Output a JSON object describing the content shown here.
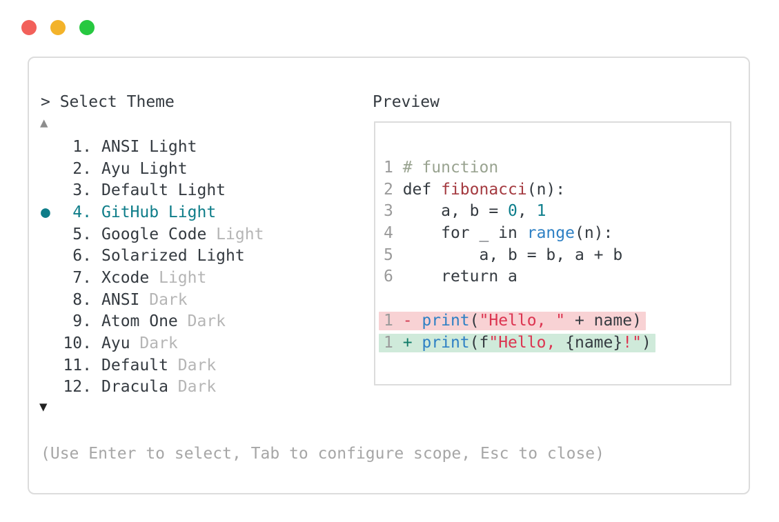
{
  "palette": {
    "text": "#343a40",
    "ln": "#9a9a9a",
    "dim": "#b5b5b5",
    "comment": "#99a390",
    "defname": "#a43a40",
    "number": "#0d7e8c",
    "builtin": "#2e80c4",
    "string": "#dc3450",
    "removed": "#d23a50",
    "added": "#0d7a66",
    "selected": "#0e7d89",
    "bg_removed": "#f8d2d4",
    "bg_added": "#cfeada",
    "border": "#dcdcdc",
    "arrow_up": "#8d8d8d",
    "arrow_down": "#222222",
    "help": "#a6a6a6"
  },
  "window_controls": [
    {
      "name": "close",
      "color": "#f2605a"
    },
    {
      "name": "minimize",
      "color": "#f3b32a"
    },
    {
      "name": "zoom",
      "color": "#27c840"
    }
  ],
  "picker": {
    "prompt": "> Select Theme",
    "scroll_up_icon": "▲",
    "scroll_down_icon": "▼",
    "bullet_icon": "●",
    "items": [
      {
        "number": "1.",
        "name": "ANSI Light",
        "dim": "",
        "selected": false
      },
      {
        "number": "2.",
        "name": "Ayu Light",
        "dim": "",
        "selected": false
      },
      {
        "number": "3.",
        "name": "Default Light",
        "dim": "",
        "selected": false
      },
      {
        "number": "4.",
        "name": "GitHub Light",
        "dim": "",
        "selected": true
      },
      {
        "number": "5.",
        "name": "Google Code",
        "dim": " Light",
        "selected": false
      },
      {
        "number": "6.",
        "name": "Solarized Light",
        "dim": "",
        "selected": false
      },
      {
        "number": "7.",
        "name": "Xcode",
        "dim": " Light",
        "selected": false
      },
      {
        "number": "8.",
        "name": "ANSI",
        "dim": " Dark",
        "selected": false
      },
      {
        "number": "9.",
        "name": "Atom One",
        "dim": " Dark",
        "selected": false
      },
      {
        "number": "10.",
        "name": "Ayu",
        "dim": " Dark",
        "selected": false
      },
      {
        "number": "11.",
        "name": "Default",
        "dim": " Dark",
        "selected": false
      },
      {
        "number": "12.",
        "name": "Dracula",
        "dim": " Dark",
        "selected": false
      }
    ],
    "help": "(Use Enter to select, Tab to configure scope, Esc to close)"
  },
  "preview": {
    "title": "Preview",
    "lines": [
      {
        "bg": null,
        "tokens": [
          {
            "t": "1 ",
            "c": "ln"
          },
          {
            "t": "# function",
            "c": "comment"
          }
        ]
      },
      {
        "bg": null,
        "tokens": [
          {
            "t": "2 ",
            "c": "ln"
          },
          {
            "t": "def ",
            "c": "text"
          },
          {
            "t": "fibonacci",
            "c": "defname"
          },
          {
            "t": "(n):",
            "c": "text"
          }
        ]
      },
      {
        "bg": null,
        "tokens": [
          {
            "t": "3 ",
            "c": "ln"
          },
          {
            "t": "    a, b = ",
            "c": "text"
          },
          {
            "t": "0",
            "c": "number"
          },
          {
            "t": ", ",
            "c": "text"
          },
          {
            "t": "1",
            "c": "number"
          }
        ]
      },
      {
        "bg": null,
        "tokens": [
          {
            "t": "4 ",
            "c": "ln"
          },
          {
            "t": "    for _ in ",
            "c": "text"
          },
          {
            "t": "range",
            "c": "builtin"
          },
          {
            "t": "(n):",
            "c": "text"
          }
        ]
      },
      {
        "bg": null,
        "tokens": [
          {
            "t": "5 ",
            "c": "ln"
          },
          {
            "t": "        a, b = b, a + b",
            "c": "text"
          }
        ]
      },
      {
        "bg": null,
        "tokens": [
          {
            "t": "6 ",
            "c": "ln"
          },
          {
            "t": "    return a",
            "c": "text"
          }
        ]
      },
      {
        "bg": null,
        "tokens": []
      },
      {
        "bg": "removed",
        "tokens": [
          {
            "t": "1 ",
            "c": "ln"
          },
          {
            "t": "- ",
            "c": "removed"
          },
          {
            "t": "print",
            "c": "builtin"
          },
          {
            "t": "(",
            "c": "text"
          },
          {
            "t": "\"Hello, \"",
            "c": "string"
          },
          {
            "t": " + name)",
            "c": "text"
          }
        ]
      },
      {
        "bg": "added",
        "tokens": [
          {
            "t": "1 ",
            "c": "ln"
          },
          {
            "t": "+ ",
            "c": "added"
          },
          {
            "t": "print",
            "c": "builtin"
          },
          {
            "t": "(f",
            "c": "text"
          },
          {
            "t": "\"Hello, ",
            "c": "string"
          },
          {
            "t": "{name}",
            "c": "text"
          },
          {
            "t": "!\"",
            "c": "string"
          },
          {
            "t": ")",
            "c": "text"
          }
        ]
      }
    ]
  }
}
